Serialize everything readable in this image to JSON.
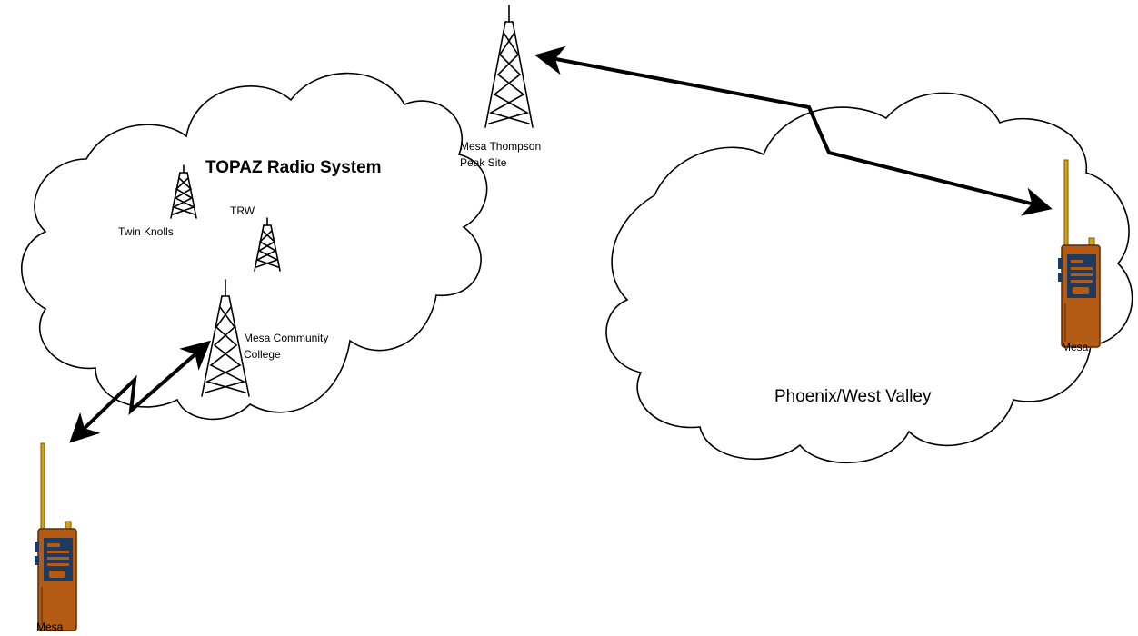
{
  "system_title": "TOPAZ Radio System",
  "region_label": "Phoenix/West Valley",
  "sites": {
    "twin_knolls": "Twin Knolls",
    "trw": "TRW",
    "mesa_cc_line1": "Mesa Community",
    "mesa_cc_line2": "College",
    "thompson_line1": "Mesa Thompson",
    "thompson_line2": "Peak Site"
  },
  "radios": {
    "left": "Mesa",
    "right": "Mesa"
  },
  "colors": {
    "radio_body": "#b35a14",
    "radio_trim": "#1f3a5f",
    "antenna": "#d4a017"
  }
}
